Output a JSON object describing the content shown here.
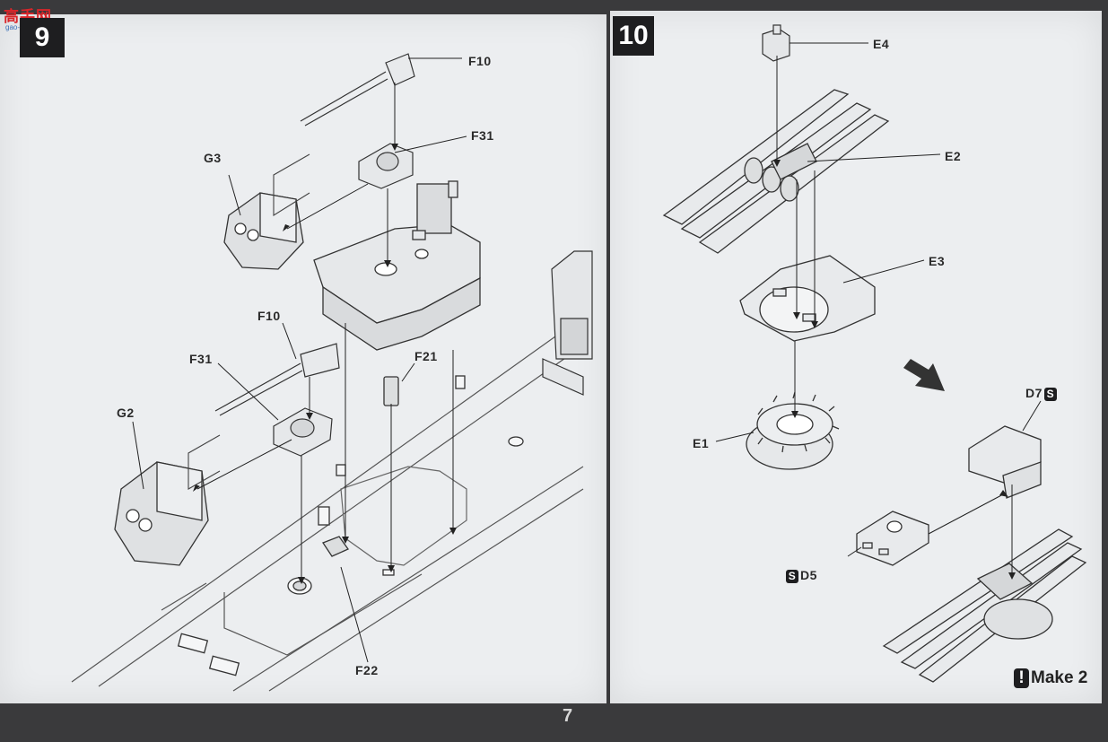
{
  "watermark": {
    "text": "高手网",
    "sub": "gao-shou.com"
  },
  "left_page": {
    "step": "9",
    "labels": {
      "f10_top": "F10",
      "f31_top": "F31",
      "g3": "G3",
      "f10_mid": "F10",
      "f31_mid": "F31",
      "g2": "G2",
      "f21": "F21",
      "f22": "F22"
    }
  },
  "right_page": {
    "step": "10",
    "labels": {
      "e4": "E4",
      "e2": "E2",
      "e3": "E3",
      "e1": "E1",
      "d7": "D7",
      "d5": "D5"
    },
    "badge_glyph": "S",
    "make": {
      "bang": "!",
      "text": "Make 2"
    }
  },
  "page_number": "7"
}
